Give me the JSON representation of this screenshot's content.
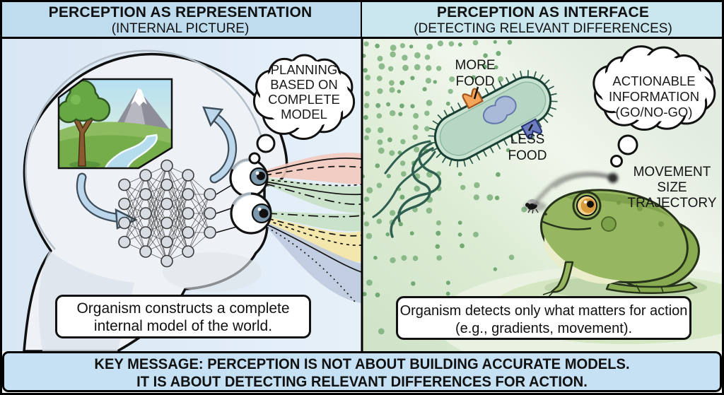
{
  "left_panel": {
    "title": "PERCEPTION AS REPRESENTATION",
    "subtitle": "(INTERNAL PICTURE)",
    "thought_bubble_lines": [
      "PLANNING",
      "BASED ON",
      "COMPLETE",
      "MODEL"
    ],
    "caption": "Organism constructs a complete internal model of the world."
  },
  "right_panel": {
    "title": "PERCEPTION AS INTERFACE",
    "subtitle": "(DETECTING RELEVANT DIFFERENCES)",
    "thought_bubble_lines": [
      "ACTIONABLE",
      "INFORMATION",
      "(GO/NO-GO)"
    ],
    "more_food_lines": [
      "MORE",
      "FOOD"
    ],
    "less_food_lines": [
      "LESS",
      "FOOD"
    ],
    "stimulus_lines": [
      "MOVEMENT",
      "SIZE",
      "TRAJECTORY"
    ],
    "caption": "Organism detects only what matters for action (e.g., gradients, movement)."
  },
  "key_message": {
    "line1": "KEY MESSAGE: PERCEPTION IS NOT ABOUT BUILDING ACCURATE MODELS.",
    "line2": "IT IS ABOUT DETECTING RELEVANT DIFFERENCES FOR ACTION."
  },
  "colors": {
    "header_left_bg": "#bedcee",
    "header_right_bg": "#c9e6ee",
    "left_panel_bg": "#dcebf6",
    "right_panel_bg": "#d9ead2",
    "key_bar_bg": "#c6e1f3",
    "ray_pink": "#f3c9bd",
    "ray_green": "#c8e0c4",
    "ray_yellow": "#f3e6a9",
    "ray_blue": "#bccade",
    "receptor_more_food": "#f5a559",
    "receptor_less_food": "#6e7cc2",
    "bacterium_body": "#c9e2d2",
    "frog_body": "#97b660",
    "food_dot_green": "#6fa86f"
  }
}
